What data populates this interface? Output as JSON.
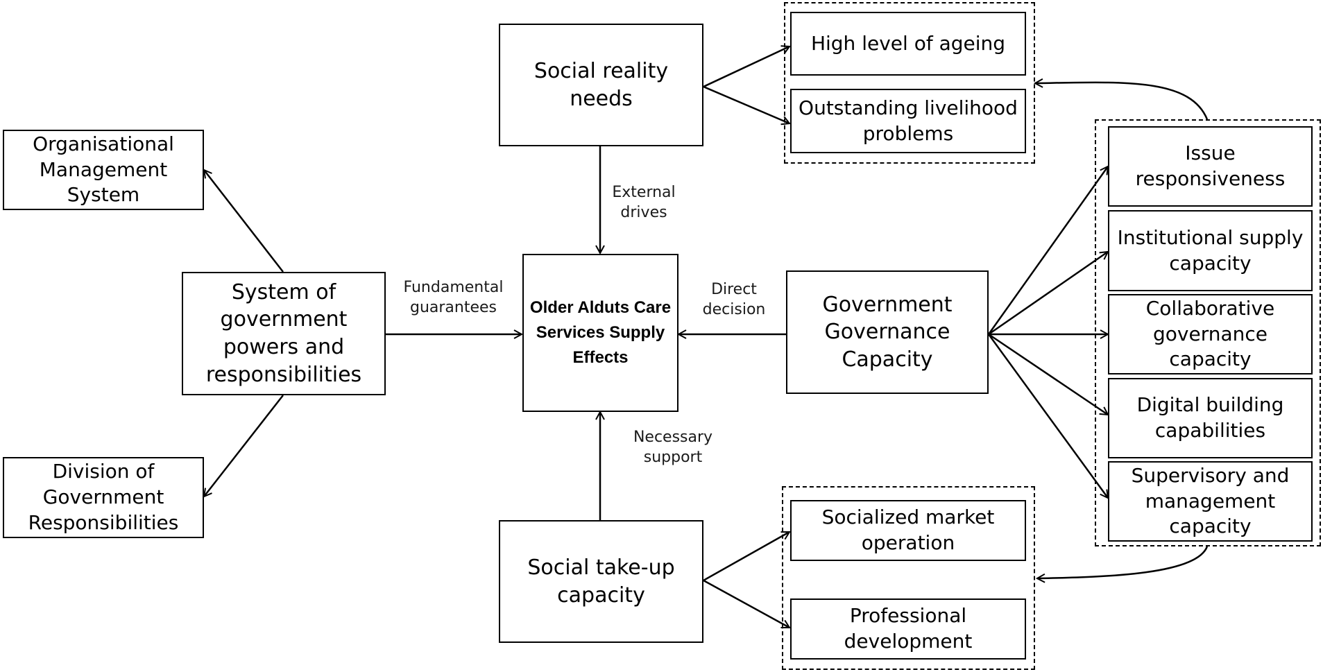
{
  "nodes": {
    "center": "Older Alduts Care Services Supply Effects",
    "social_reality_needs": "Social reality needs",
    "high_ageing": "High level of ageing",
    "livelihood": "Outstanding livelihood problems",
    "org_management": "Organisational Management System",
    "system_powers": "System of government powers and responsibilities",
    "division_responsibilities": "Division of Government Responsibilities",
    "gov_capacity": "Government Governance Capacity",
    "issue_responsiveness": "Issue responsiveness",
    "institutional_supply": "Institutional supply capacity",
    "collaborative_governance": "Collaborative governance capacity",
    "digital_building": "Digital building capabilities",
    "supervisory": "Supervisory and management capacity",
    "social_takeup": "Social take-up capacity",
    "socialized_market": "Socialized market operation",
    "professional_dev": "Professional development"
  },
  "edge_labels": {
    "external_drives": "External drives",
    "fundamental_guarantees": "Fundamental guarantees",
    "direct_decision": "Direct decision",
    "necessary_support": "Necessary support"
  }
}
